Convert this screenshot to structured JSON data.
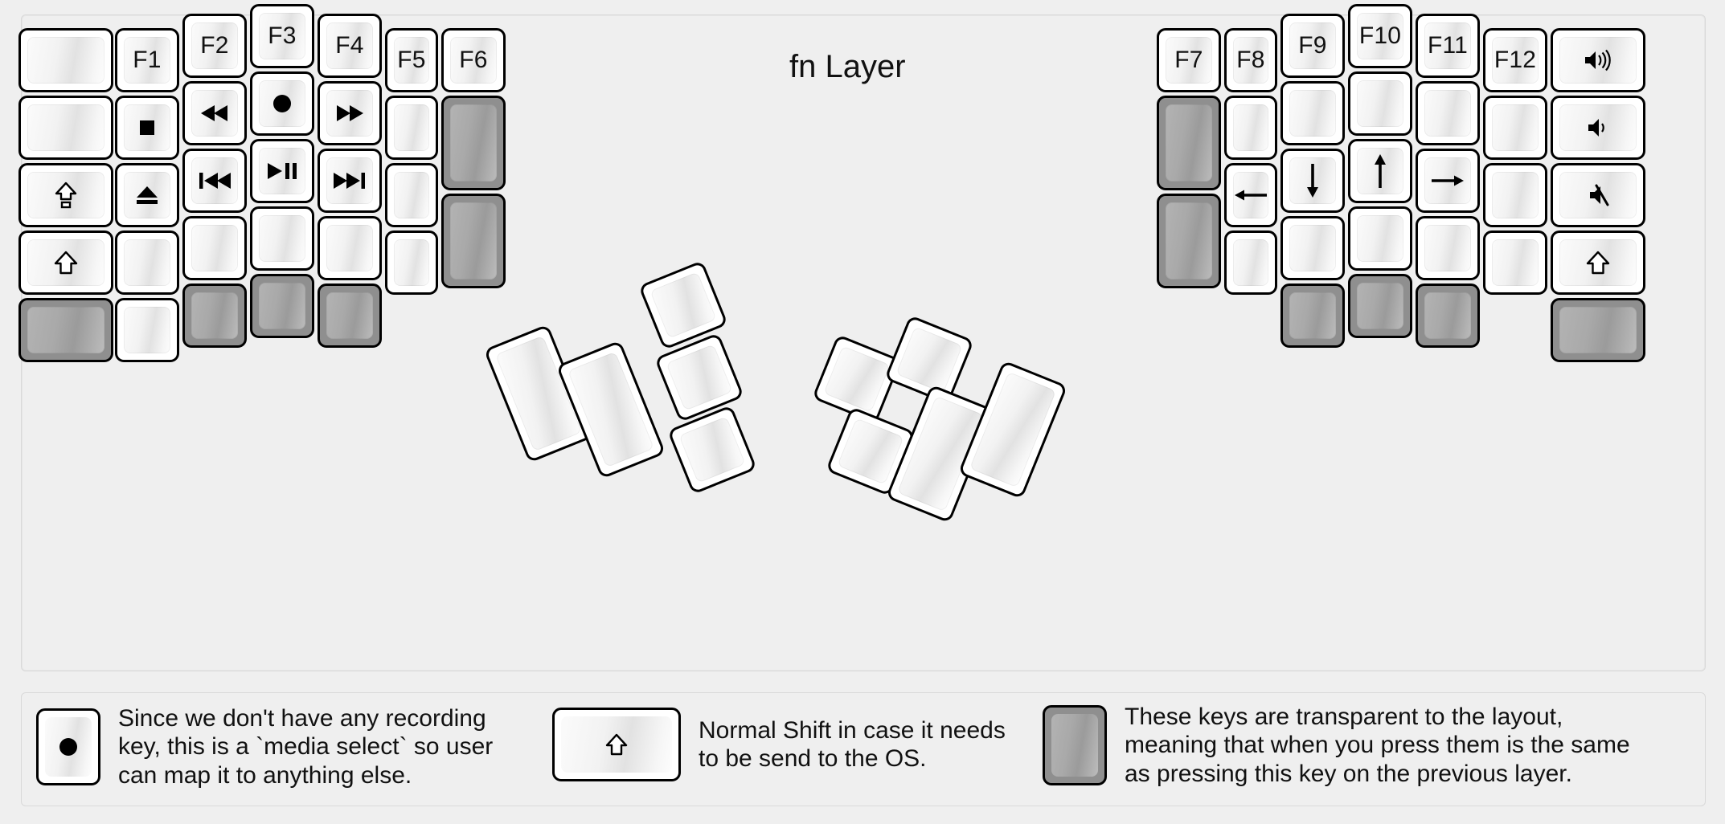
{
  "title": "fn Layer",
  "colors": {
    "background": "#efefef",
    "keycap_light": "#fbfbfb",
    "keycap_shade": "#e2e2e2",
    "transparent_key": "#8f8f8f",
    "outline": "#000000",
    "text": "#111111"
  },
  "legend": [
    {
      "key_icon": "record-dot-icon",
      "key_style": "normal",
      "text": "Since we don't have any recording\nkey, this is a `media select` so user\ncan map it to anything else."
    },
    {
      "key_icon": "shift-arrow-icon",
      "key_style": "normal",
      "text": "Normal Shift in case it needs\nto be send to the OS."
    },
    {
      "key_icon": "none",
      "key_style": "transparent",
      "text": "These keys are transparent to the layout,\nmeaning that when you press them is the same\nas pressing this key on the previous layer."
    }
  ],
  "left_half": {
    "columns": [
      {
        "name": "col-outer-left",
        "keys": [
          {
            "label": "",
            "icon": "none",
            "style": "normal"
          },
          {
            "label": "",
            "icon": "none",
            "style": "normal"
          },
          {
            "label": "",
            "icon": "caps-lock-icon",
            "style": "normal"
          },
          {
            "label": "",
            "icon": "shift-arrow-icon",
            "style": "normal"
          },
          {
            "label": "",
            "icon": "none",
            "style": "transparent"
          }
        ]
      },
      {
        "name": "col-pinky",
        "keys": [
          {
            "label": "F1",
            "icon": "none",
            "style": "normal"
          },
          {
            "label": "",
            "icon": "media-stop-icon",
            "style": "normal"
          },
          {
            "label": "",
            "icon": "media-eject-icon",
            "style": "normal"
          },
          {
            "label": "",
            "icon": "none",
            "style": "normal"
          },
          {
            "label": "",
            "icon": "none",
            "style": "normal"
          }
        ]
      },
      {
        "name": "col-ring",
        "keys": [
          {
            "label": "F2",
            "icon": "none",
            "style": "normal"
          },
          {
            "label": "",
            "icon": "media-rewind-icon",
            "style": "normal"
          },
          {
            "label": "",
            "icon": "media-prev-track-icon",
            "style": "normal"
          },
          {
            "label": "",
            "icon": "none",
            "style": "normal"
          },
          {
            "label": "",
            "icon": "none",
            "style": "transparent"
          }
        ]
      },
      {
        "name": "col-middle",
        "keys": [
          {
            "label": "F3",
            "icon": "none",
            "style": "normal"
          },
          {
            "label": "",
            "icon": "record-dot-icon",
            "style": "normal"
          },
          {
            "label": "",
            "icon": "media-play-pause-icon",
            "style": "normal"
          },
          {
            "label": "",
            "icon": "none",
            "style": "normal"
          },
          {
            "label": "",
            "icon": "none",
            "style": "transparent"
          }
        ]
      },
      {
        "name": "col-index",
        "keys": [
          {
            "label": "F4",
            "icon": "none",
            "style": "normal"
          },
          {
            "label": "",
            "icon": "media-fast-forward-icon",
            "style": "normal"
          },
          {
            "label": "",
            "icon": "media-next-track-icon",
            "style": "normal"
          },
          {
            "label": "",
            "icon": "none",
            "style": "normal"
          },
          {
            "label": "",
            "icon": "none",
            "style": "transparent"
          }
        ]
      },
      {
        "name": "col-inner-1",
        "keys": [
          {
            "label": "F5",
            "icon": "none",
            "style": "normal"
          },
          {
            "label": "",
            "icon": "none",
            "style": "normal"
          },
          {
            "label": "",
            "icon": "none",
            "style": "normal"
          },
          {
            "label": "",
            "icon": "none",
            "style": "normal"
          }
        ]
      },
      {
        "name": "col-inner-2",
        "keys": [
          {
            "label": "F6",
            "icon": "none",
            "style": "normal"
          },
          {
            "label": "",
            "icon": "none",
            "style": "transparent"
          },
          {
            "label": "",
            "icon": "none",
            "style": "transparent"
          }
        ]
      }
    ],
    "thumb_cluster": [
      {
        "name": "thumb-big-1",
        "icon": "none",
        "style": "normal"
      },
      {
        "name": "thumb-big-2",
        "icon": "none",
        "style": "normal"
      },
      {
        "name": "thumb-small-1",
        "icon": "none",
        "style": "normal"
      },
      {
        "name": "thumb-small-2",
        "icon": "none",
        "style": "normal"
      },
      {
        "name": "thumb-small-3",
        "icon": "none",
        "style": "normal"
      }
    ]
  },
  "right_half": {
    "columns": [
      {
        "name": "col-inner-2",
        "keys": [
          {
            "label": "F7",
            "icon": "none",
            "style": "normal"
          },
          {
            "label": "",
            "icon": "none",
            "style": "transparent"
          },
          {
            "label": "",
            "icon": "none",
            "style": "transparent"
          }
        ]
      },
      {
        "name": "col-inner-1",
        "keys": [
          {
            "label": "F8",
            "icon": "none",
            "style": "normal"
          },
          {
            "label": "",
            "icon": "none",
            "style": "normal"
          },
          {
            "label": "",
            "icon": "arrow-left-icon",
            "style": "normal"
          },
          {
            "label": "",
            "icon": "none",
            "style": "normal"
          }
        ]
      },
      {
        "name": "col-index",
        "keys": [
          {
            "label": "F9",
            "icon": "none",
            "style": "normal"
          },
          {
            "label": "",
            "icon": "none",
            "style": "normal"
          },
          {
            "label": "",
            "icon": "arrow-down-icon",
            "style": "normal"
          },
          {
            "label": "",
            "icon": "none",
            "style": "normal"
          },
          {
            "label": "",
            "icon": "none",
            "style": "transparent"
          }
        ]
      },
      {
        "name": "col-middle",
        "keys": [
          {
            "label": "F10",
            "icon": "none",
            "style": "normal"
          },
          {
            "label": "",
            "icon": "none",
            "style": "normal"
          },
          {
            "label": "",
            "icon": "arrow-up-icon",
            "style": "normal"
          },
          {
            "label": "",
            "icon": "none",
            "style": "normal"
          },
          {
            "label": "",
            "icon": "none",
            "style": "transparent"
          }
        ]
      },
      {
        "name": "col-ring",
        "keys": [
          {
            "label": "F11",
            "icon": "none",
            "style": "normal"
          },
          {
            "label": "",
            "icon": "none",
            "style": "normal"
          },
          {
            "label": "",
            "icon": "arrow-right-icon",
            "style": "normal"
          },
          {
            "label": "",
            "icon": "none",
            "style": "normal"
          },
          {
            "label": "",
            "icon": "none",
            "style": "transparent"
          }
        ]
      },
      {
        "name": "col-pinky",
        "keys": [
          {
            "label": "F12",
            "icon": "none",
            "style": "normal"
          },
          {
            "label": "",
            "icon": "none",
            "style": "normal"
          },
          {
            "label": "",
            "icon": "none",
            "style": "normal"
          },
          {
            "label": "",
            "icon": "none",
            "style": "normal"
          }
        ]
      },
      {
        "name": "col-outer-right",
        "keys": [
          {
            "label": "",
            "icon": "volume-up-icon",
            "style": "normal"
          },
          {
            "label": "",
            "icon": "volume-down-icon",
            "style": "normal"
          },
          {
            "label": "",
            "icon": "volume-mute-icon",
            "style": "normal"
          },
          {
            "label": "",
            "icon": "shift-arrow-icon",
            "style": "normal"
          },
          {
            "label": "",
            "icon": "none",
            "style": "transparent"
          }
        ]
      }
    ],
    "thumb_cluster": [
      {
        "name": "thumb-small-1",
        "icon": "none",
        "style": "normal"
      },
      {
        "name": "thumb-small-2",
        "icon": "none",
        "style": "normal"
      },
      {
        "name": "thumb-small-3",
        "icon": "none",
        "style": "normal"
      },
      {
        "name": "thumb-big-1",
        "icon": "none",
        "style": "normal"
      },
      {
        "name": "thumb-big-2",
        "icon": "none",
        "style": "normal"
      }
    ]
  }
}
